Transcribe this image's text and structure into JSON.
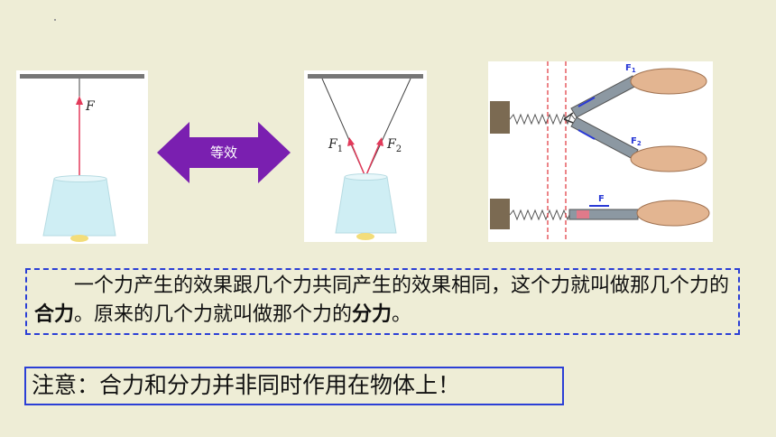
{
  "diagram": {
    "left": {
      "force_label": "F"
    },
    "arrow_label": "等效",
    "middle": {
      "f1_label": "F",
      "f1_sub": "1",
      "f2_label": "F",
      "f2_sub": "2"
    },
    "right": {
      "label_f1": "F",
      "label_f1_sub": "1",
      "label_f2": "F",
      "label_f2_sub": "2",
      "label_f": "F"
    }
  },
  "definition": {
    "part1": "　　一个力产生的效果跟几个力共同产生的效果相同，这个力就叫做那几个力的",
    "bold1": "合力",
    "part2": "。原来的几个力就叫做那个力的",
    "bold2": "分力",
    "part3": "。"
  },
  "note": {
    "text": "注意：合力和分力并非同时作用在物体上！"
  },
  "colors": {
    "background": "#eeedd6",
    "arrow": "#7a1fb0",
    "box_border": "#2b3fd6",
    "force_vector": "#e23a5a",
    "lamp": "#cfeef4"
  }
}
